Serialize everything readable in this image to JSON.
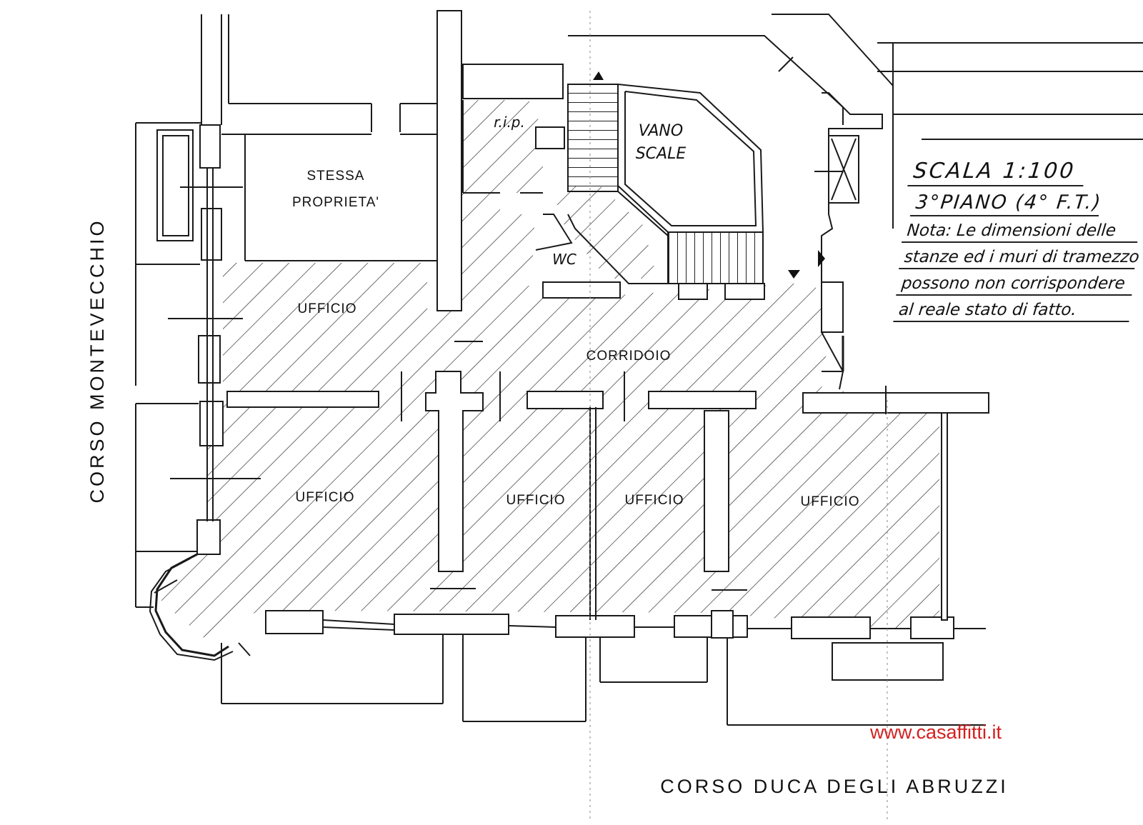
{
  "plan": {
    "rooms": [
      {
        "id": "stessa",
        "lines": [
          "STESSA",
          "PROPRIETA'"
        ]
      },
      {
        "id": "vano",
        "lines": [
          "VANO",
          "SCALE"
        ]
      },
      {
        "id": "rip",
        "lines": [
          "r.i.p."
        ]
      },
      {
        "id": "wc",
        "lines": [
          "WC"
        ]
      },
      {
        "id": "corridoio",
        "lines": [
          "CORRIDOIO"
        ]
      },
      {
        "id": "ufficio1",
        "lines": [
          "UFFICIO"
        ]
      },
      {
        "id": "ufficio2",
        "lines": [
          "UFFICIO"
        ]
      },
      {
        "id": "ufficio3",
        "lines": [
          "UFFICIO"
        ]
      },
      {
        "id": "ufficio4",
        "lines": [
          "UFFICIO"
        ]
      },
      {
        "id": "ufficio5",
        "lines": [
          "UFFICIO"
        ]
      }
    ],
    "streets": {
      "left": "CORSO MONTEVECCHIO",
      "bottom": "CORSO DUCA DEGLI ABRUZZI"
    }
  },
  "notes": {
    "scale": "SCALA 1:100",
    "floor": "3°PIANO (4° F.T.)",
    "note_lines": [
      "Nota: Le dimensioni delle",
      "stanze ed i muri di tramezzo",
      "possono non corrispondere",
      "al reale stato di fatto."
    ]
  },
  "watermark": "www.casaffitti.it",
  "colors": {
    "line": "#1a1a1a",
    "hatch": "#222222",
    "watermark": "#d42020"
  }
}
